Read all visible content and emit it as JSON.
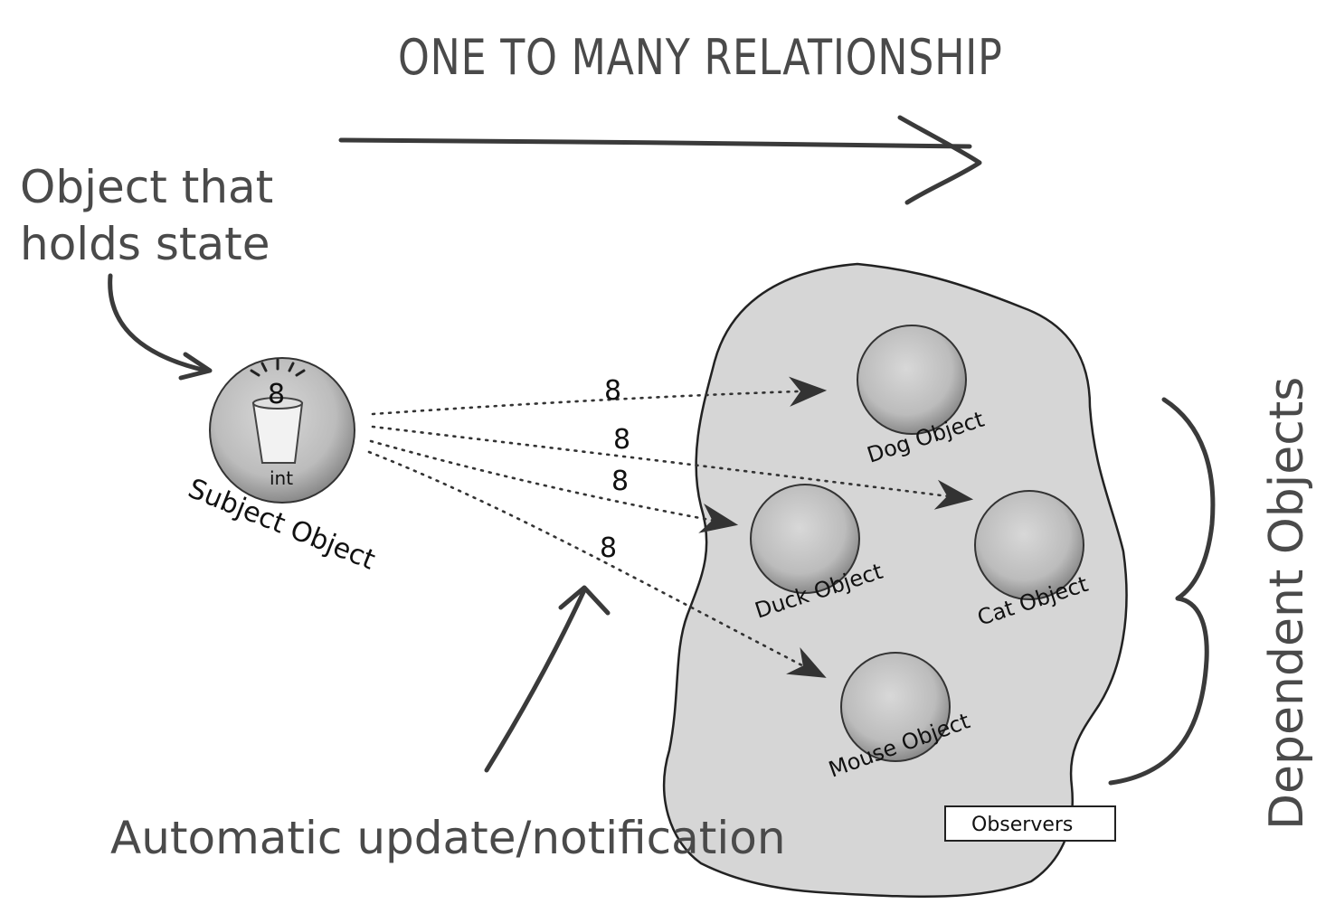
{
  "title": "ONE TO MANY RELATIONSHIP",
  "annotations": {
    "state_line1": "Object that",
    "state_line2": "holds state",
    "notification": "Automatic update/notification",
    "dependents": "Dependent Objects"
  },
  "subject": {
    "label": "Subject Object",
    "value": "8",
    "type": "int"
  },
  "observers": [
    {
      "label": "Dog Object",
      "value": "8"
    },
    {
      "label": "Cat Object",
      "value": "8"
    },
    {
      "label": "Duck Object",
      "value": "8"
    },
    {
      "label": "Mouse Object",
      "value": "8"
    }
  ],
  "legend": "Observers",
  "colors": {
    "ink": "#3a3a3a",
    "blob_fill": "#d6d6d6",
    "sphere": "#bdbdbd"
  }
}
